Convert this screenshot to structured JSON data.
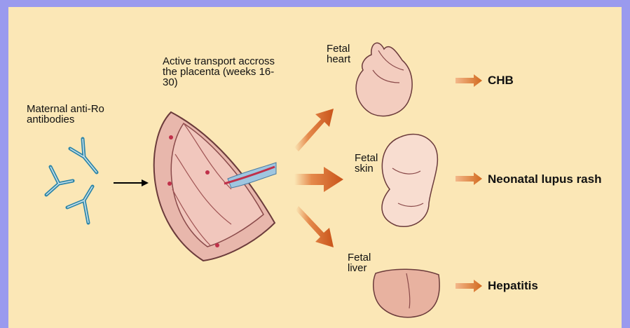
{
  "labels": {
    "maternal": "Maternal anti-Ro antibodies",
    "transport": "Active transport accross the placenta (weeks 16-30)",
    "fetal_heart": "Fetal heart",
    "fetal_skin": "Fetal skin",
    "fetal_liver": "Fetal liver"
  },
  "outcomes": {
    "chb": "CHB",
    "rash": "Neonatal lupus rash",
    "hepatitis": "Hepatitis"
  },
  "colors": {
    "background": "#fbe7b6",
    "border": "#9a9aee",
    "arrow": "#d2691e",
    "antibody": "#3a8fb0",
    "organ": "#f2c9b9"
  }
}
